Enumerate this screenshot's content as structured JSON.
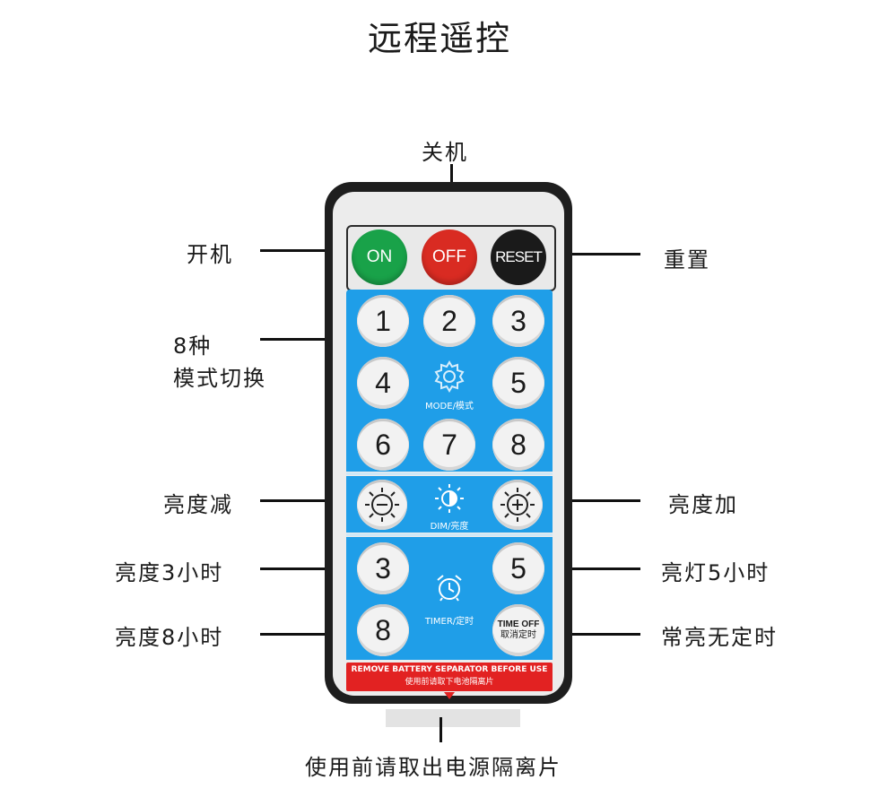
{
  "title": "远程遥控",
  "labels": {
    "power_off": "关机",
    "power_on": "开机",
    "reset": "重置",
    "modes_line1": "8种",
    "modes_line2": "模式切换",
    "dim_down": "亮度减",
    "dim_up": "亮度加",
    "timer3": "亮度3小时",
    "timer5": "亮灯5小时",
    "timer8": "亮度8小时",
    "no_timer": "常亮无定时",
    "battery": "使用前请取出电源隔离片"
  },
  "remote": {
    "on": "ON",
    "off": "OFF",
    "reset": "RESET",
    "nums": [
      "1",
      "2",
      "3",
      "4",
      "5",
      "6",
      "7",
      "8"
    ],
    "mode_label": "MODE/模式",
    "dim_label": "DIM/亮度",
    "timer_label": "TIMER/定时",
    "timer_btns": [
      "3",
      "5",
      "8"
    ],
    "time_off_en": "TIME OFF",
    "time_off_cn": "取消定时",
    "banner_en": "REMOVE BATTERY SEPARATOR BEFORE USE",
    "banner_cn": "使用前请取下电池隔离片"
  },
  "colors": {
    "accent_blue": "#1f9ee8",
    "on_green": "#19a249",
    "off_red": "#d92b22",
    "banner_red": "#e22222"
  }
}
